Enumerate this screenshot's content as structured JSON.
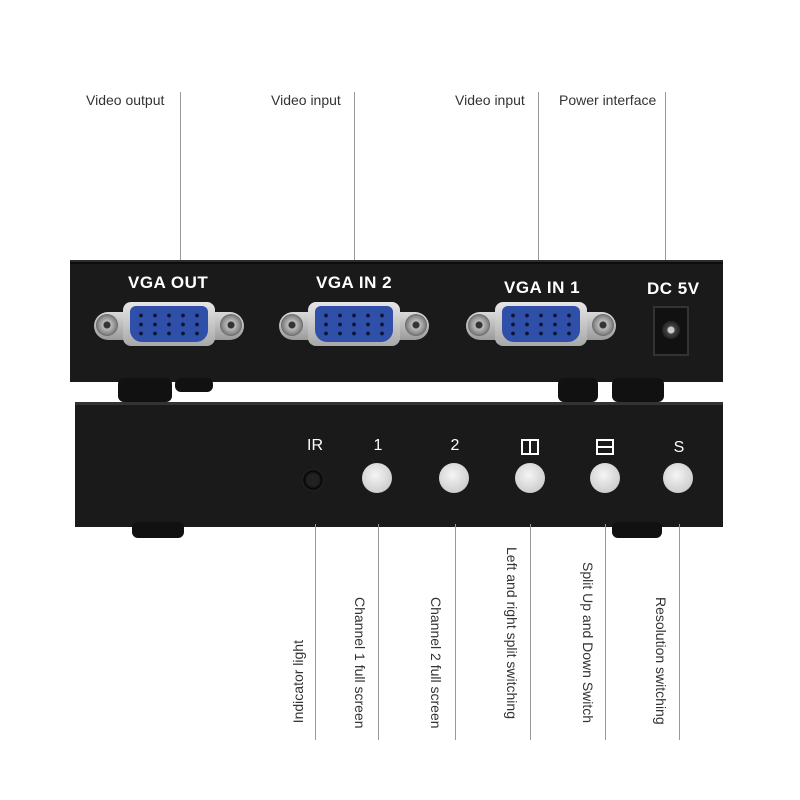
{
  "top_labels": {
    "video_output": "Video output",
    "video_input_2": "Video input",
    "video_input_1": "Video input",
    "power_interface": "Power interface"
  },
  "back_panel": {
    "vga_out": "VGA OUT",
    "vga_in_2": "VGA IN 2",
    "vga_in_1": "VGA IN 1",
    "dc": "DC 5V"
  },
  "front_panel": {
    "ir": "IR",
    "btn1": "1",
    "btn2": "2",
    "btn_lr_icon": "split-left-right-icon",
    "btn_ud_icon": "split-up-down-icon",
    "btn_s": "S"
  },
  "bottom_labels": {
    "indicator": "Indicator light",
    "channel1": "Channel 1 full screen",
    "channel2": "Channel 2 full screen",
    "lr_split": "Left and right split switching",
    "ud_split": "Split Up and Down Switch",
    "resolution": "Resolution switching"
  },
  "colors": {
    "chassis": "#1a1a1a",
    "vga_port": "#2f4fa8",
    "button": "#dcdcdc",
    "leader": "#999999"
  }
}
